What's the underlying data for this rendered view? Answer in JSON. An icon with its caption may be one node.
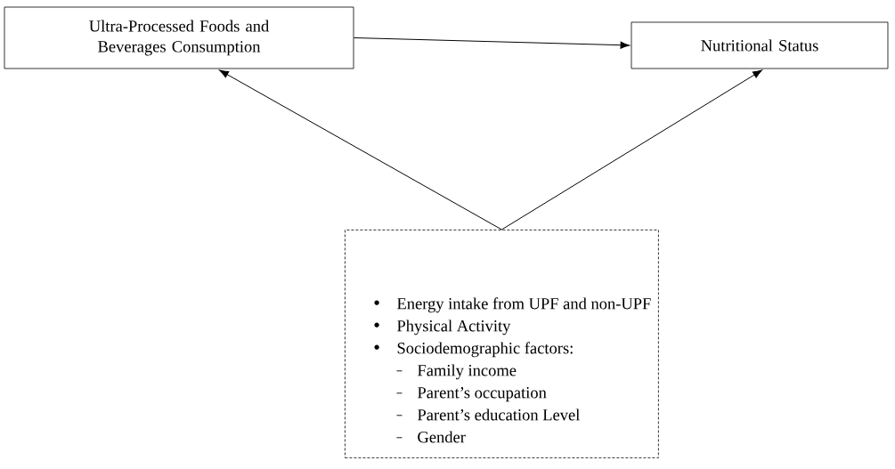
{
  "diagram": {
    "nodes": [
      {
        "text": [
          "Ultra-Processed Foods and Beverages Consumption"
        ]
      },
      {
        "text": [
          "Nutritional Status"
        ]
      },
      {
        "text": [
          "Energy intake from UPF and non-UPF",
          "Physical Activity",
          "Sociodemographic factors:",
          "Family income",
          "Parent’s occupation",
          "Parent’s education Level",
          "Gender"
        ]
      }
    ],
    "edges": [
      {
        "from": 0,
        "to": 1,
        "arrow": "to"
      },
      {
        "from": 2,
        "to": 0,
        "arrow": "to"
      },
      {
        "from": 2,
        "to": 1,
        "arrow": "to"
      }
    ]
  }
}
